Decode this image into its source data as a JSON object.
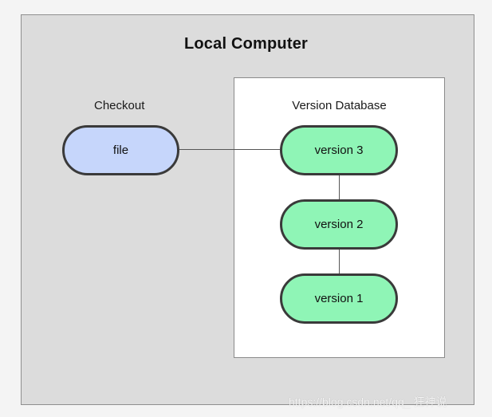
{
  "diagram": {
    "title": "Local Computer",
    "checkout_label": "Checkout",
    "database_label": "Version Database",
    "file_label": "file",
    "versions": [
      "version 3",
      "version 2",
      "version 1"
    ],
    "colors": {
      "file_fill": "#c6d6fb",
      "version_fill": "#8ff5b6",
      "outer_fill": "#dcdcdc",
      "database_fill": "#ffffff"
    }
  },
  "watermark": "https://blog.csdn.net/qq_  狂神说"
}
